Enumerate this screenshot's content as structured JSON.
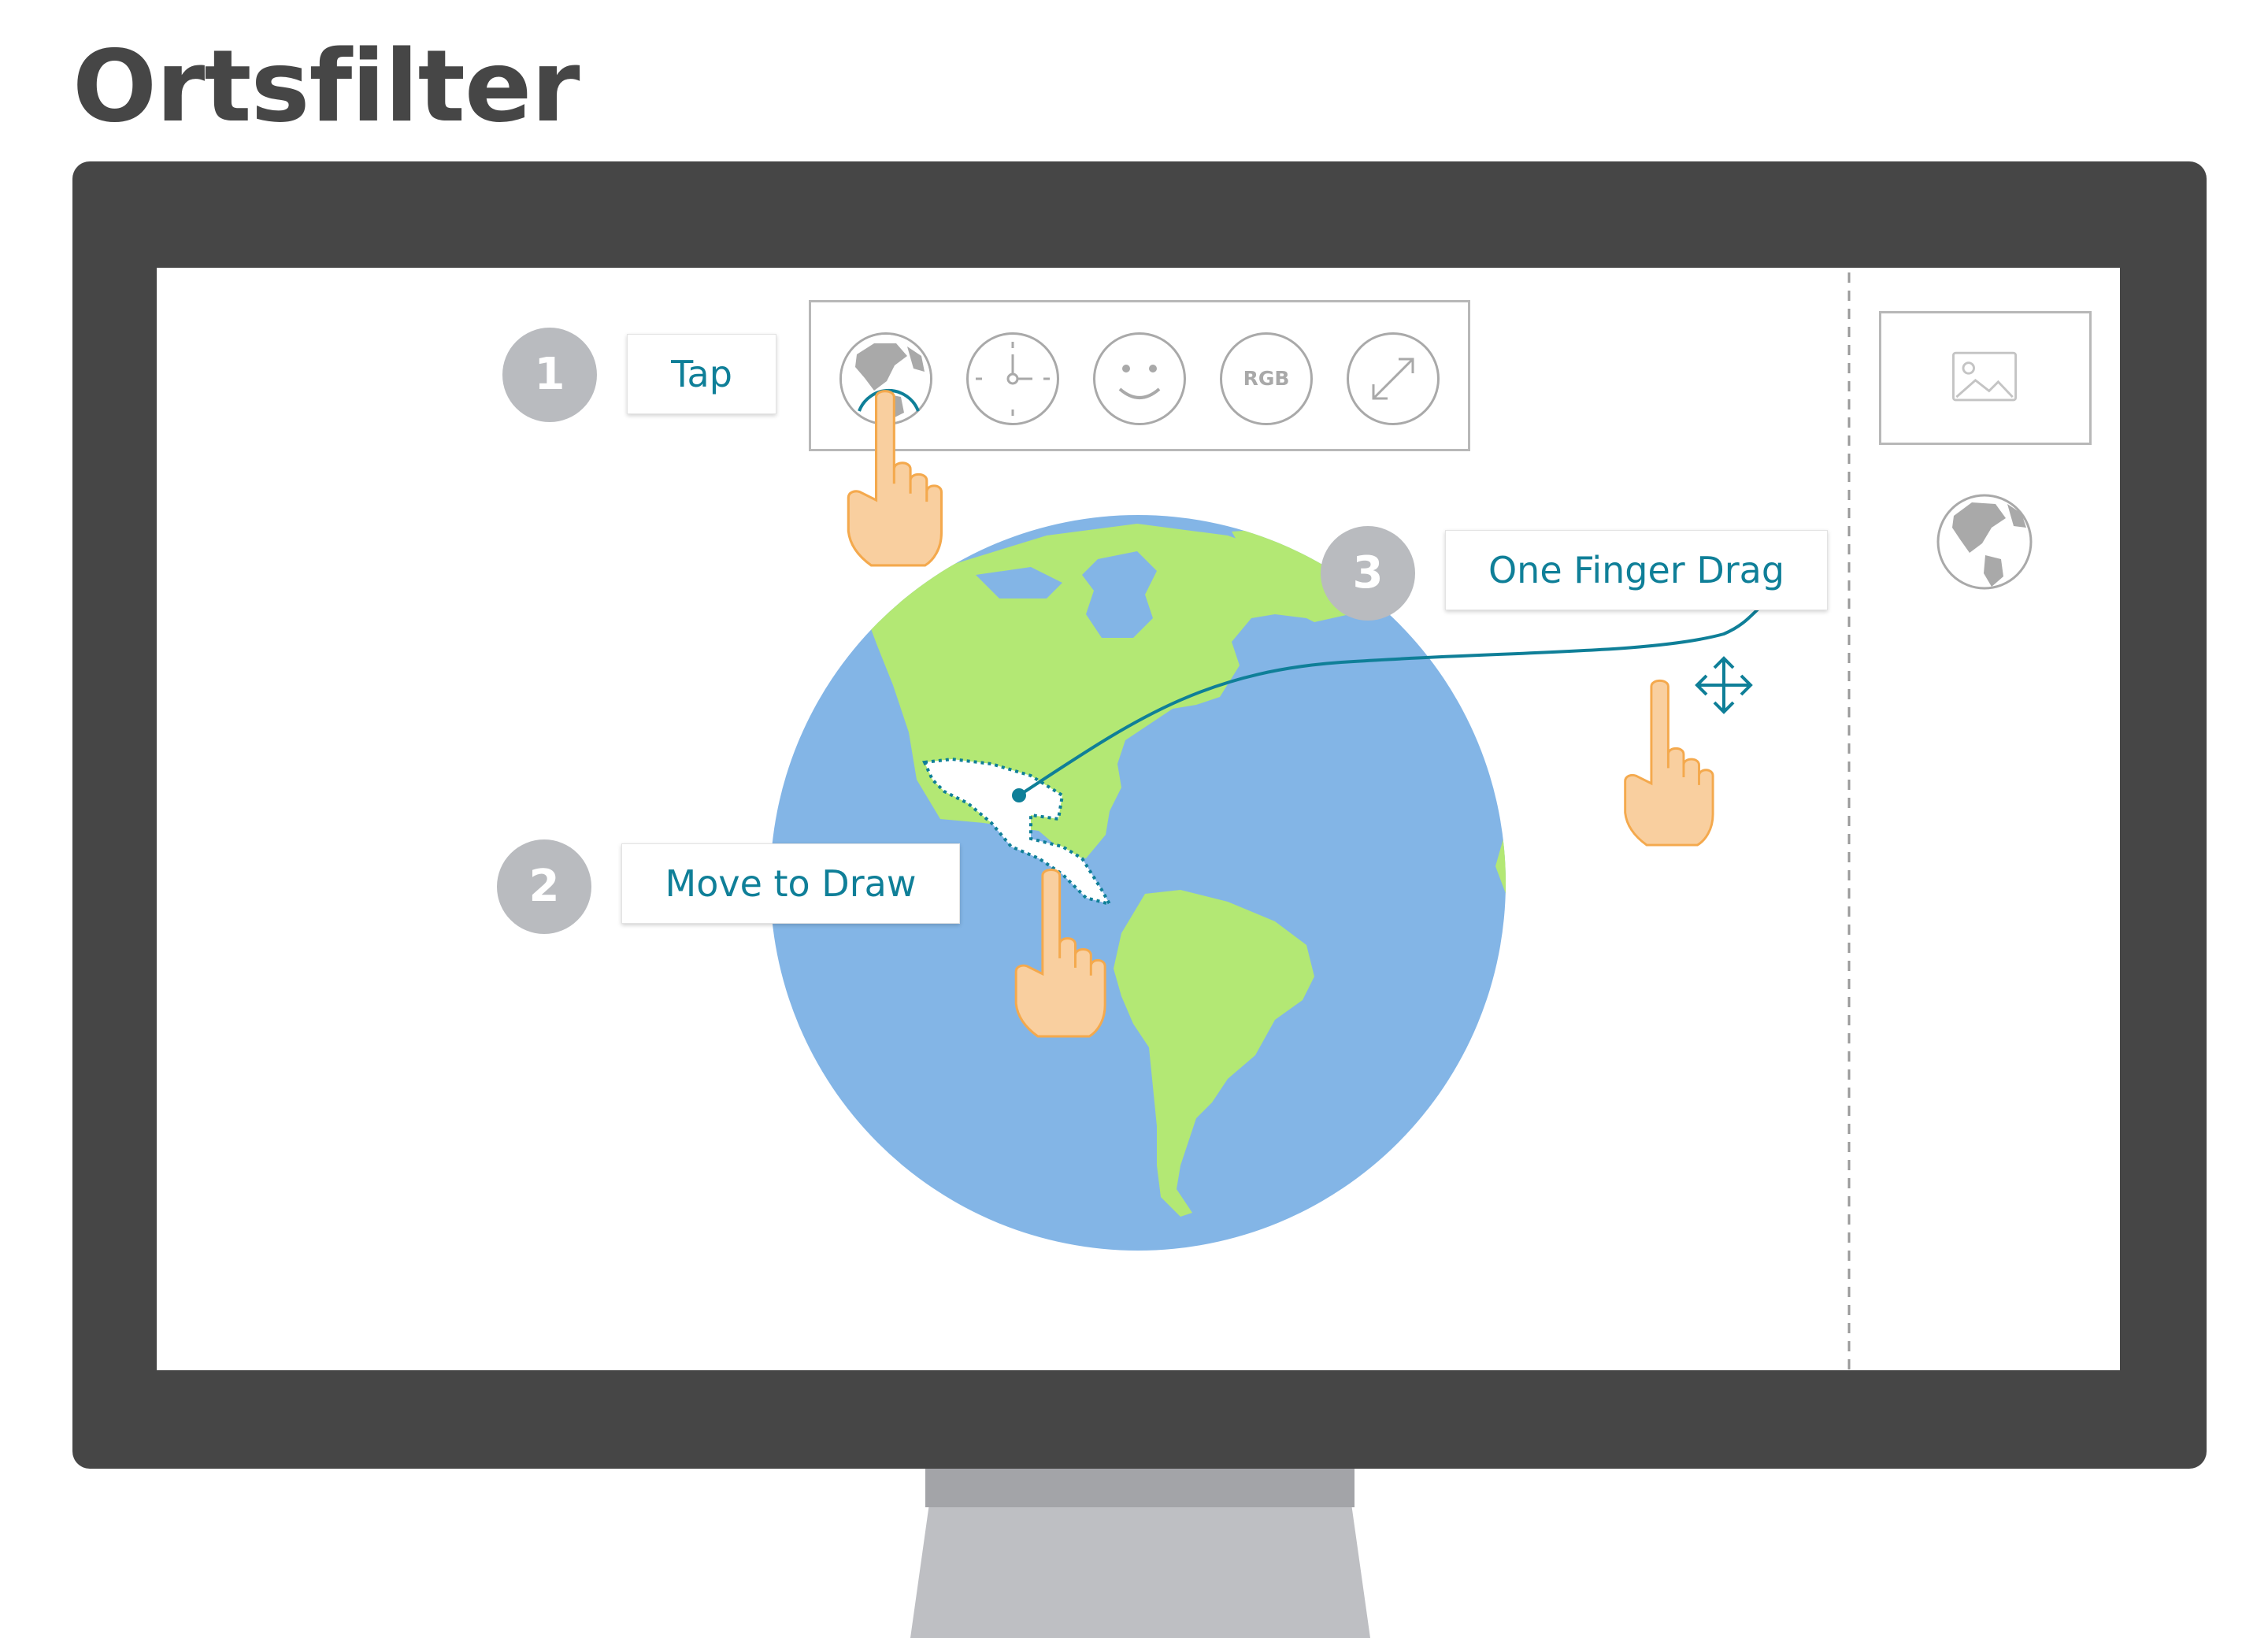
{
  "page": {
    "title": "Ortsfilter"
  },
  "toolbar": {
    "tools": [
      {
        "icon": "globe-icon",
        "label": ""
      },
      {
        "icon": "clock-icon",
        "label": ""
      },
      {
        "icon": "smiley-icon",
        "label": ""
      },
      {
        "icon": "rgb-icon",
        "label": "RGB"
      },
      {
        "icon": "expand-icon",
        "label": ""
      }
    ]
  },
  "steps": [
    {
      "number": "1",
      "label": "Tap"
    },
    {
      "number": "2",
      "label": "Move to Draw"
    },
    {
      "number": "3",
      "label": "One Finger Drag"
    }
  ],
  "sidebar": {
    "preview_icon": "image-icon",
    "result_icon": "globe-icon"
  },
  "colors": {
    "ocean": "#83b5e6",
    "land": "#b3e874",
    "accent": "#0f7f98",
    "badge": "#b9bbbf",
    "skin": "#f9cf9f",
    "skin_outline": "#f4a94d",
    "monitor": "#464646",
    "icon_grey": "#a9a9a9"
  }
}
